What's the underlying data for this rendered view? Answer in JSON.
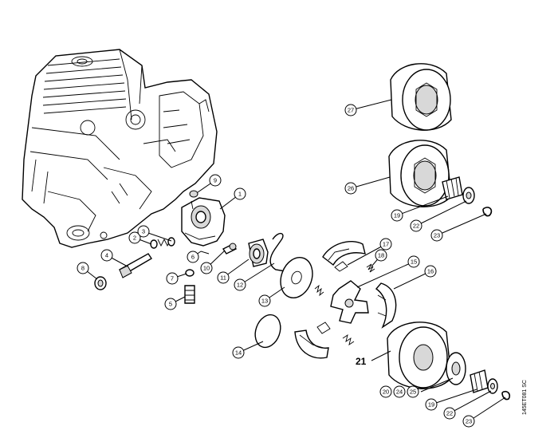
{
  "diagram": {
    "callouts": [
      "1",
      "2",
      "3",
      "4",
      "5",
      "6",
      "7",
      "8",
      "9",
      "10",
      "11",
      "12",
      "13",
      "14",
      "15",
      "16",
      "17",
      "18",
      "19",
      "19",
      "20",
      "22",
      "22",
      "23",
      "23",
      "24",
      "25",
      "26",
      "27"
    ],
    "assembly_label": "21",
    "drawing_code": "145ET081 SC"
  }
}
